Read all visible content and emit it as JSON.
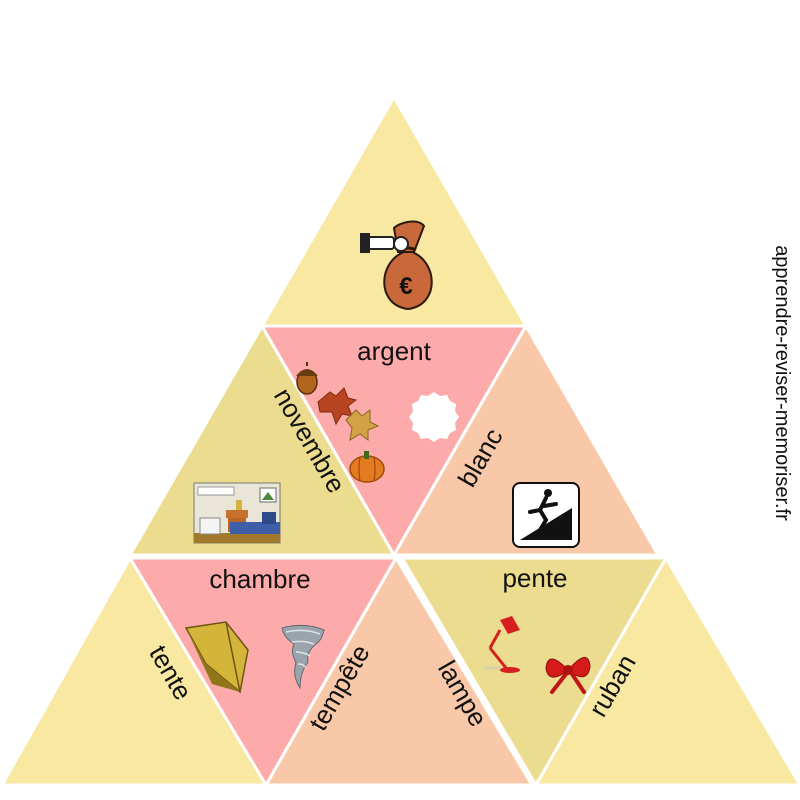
{
  "colors": {
    "yellow": "#f9e8a2",
    "olive": "#ebdc8f",
    "pink": "#fcaaaa",
    "peach": "#f9c8a8",
    "gap": "#ffffff"
  },
  "words": {
    "argent": "argent",
    "novembre": "novembre",
    "blanc": "blanc",
    "chambre": "chambre",
    "tempete": "tempête",
    "tente": "tente",
    "pente": "pente",
    "lampe": "lampe",
    "ruban": "ruban"
  },
  "site": "apprendre-reviser-memoriser.fr",
  "icons": [
    "money-bag-icon",
    "acorn-icon",
    "autumn-leaves-icon",
    "pumpkin-icon",
    "white-blob-icon",
    "bedroom-icon",
    "fall-on-slope-icon",
    "tent-icon",
    "tornado-icon",
    "desk-lamp-icon",
    "red-ribbon-icon"
  ]
}
